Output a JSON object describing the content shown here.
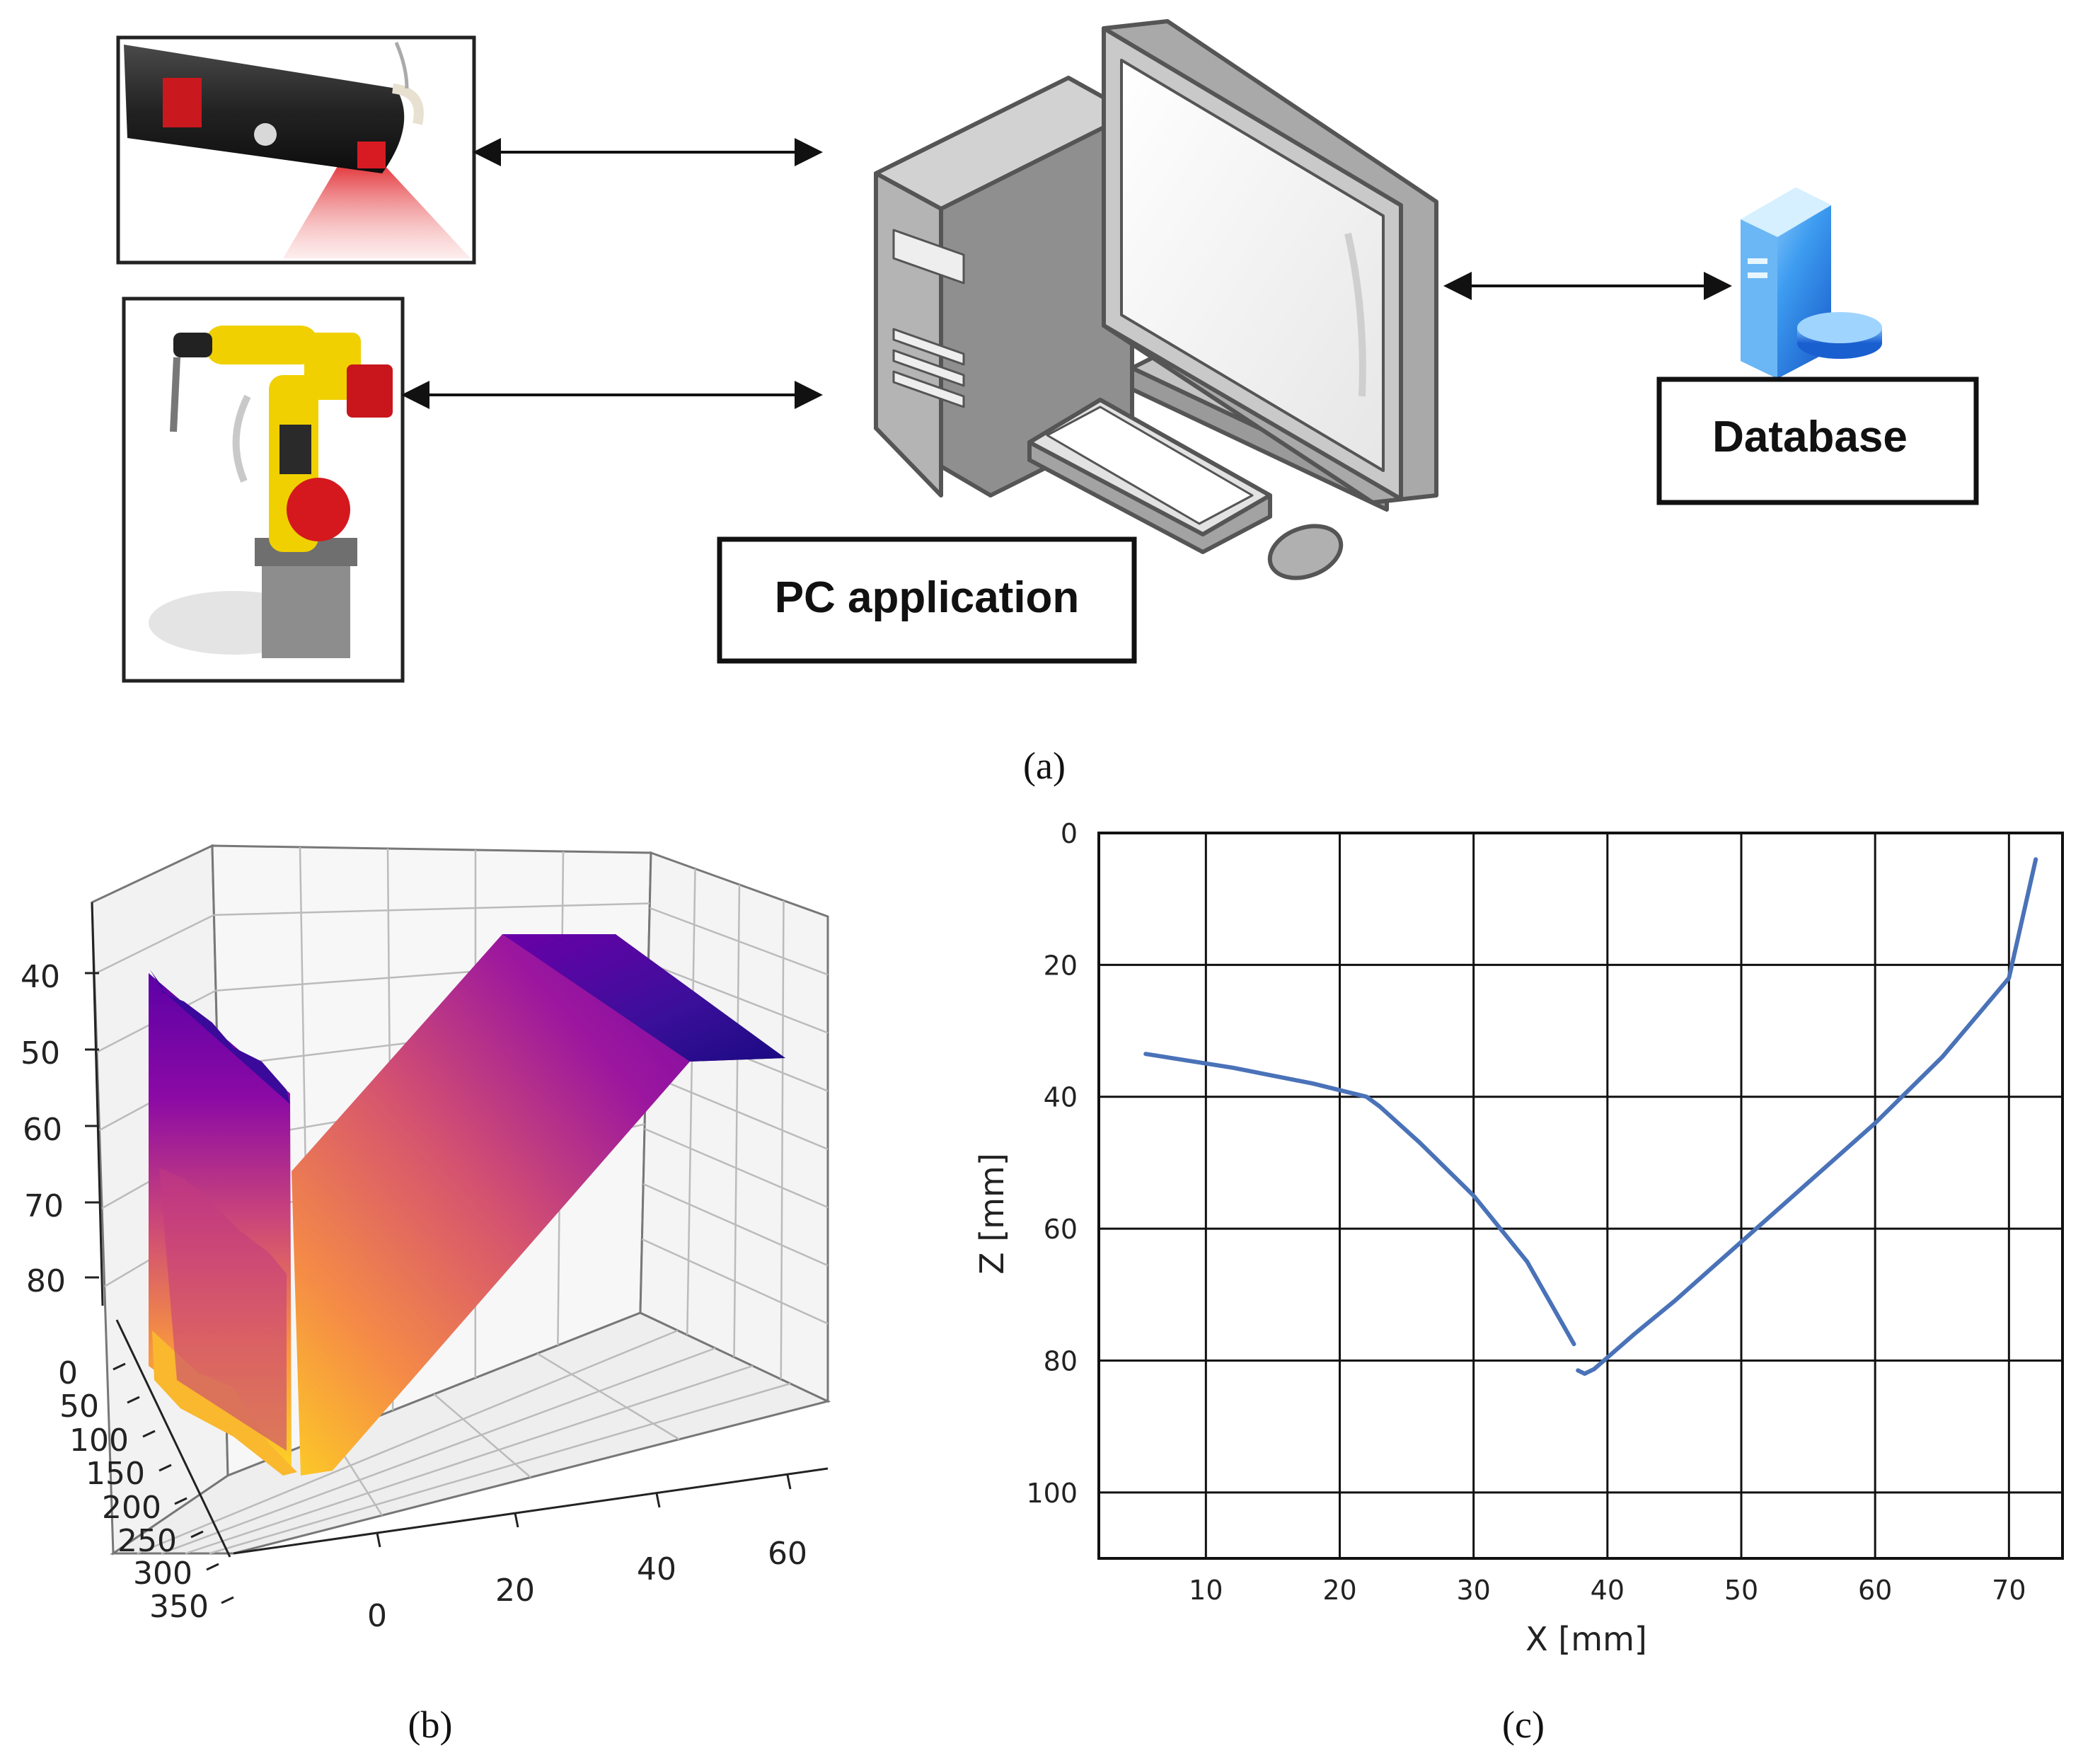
{
  "panel_a": {
    "caption": "(a)",
    "pc_label": "PC application",
    "db_label": "Database",
    "icons": [
      "laser-scanner-photo",
      "welding-robot-photo",
      "desktop-computer-icon",
      "database-server-icon"
    ],
    "colors": {
      "laser": "#e0252b",
      "robot": "#f2d400",
      "server": "#2f8ee6",
      "computer": "#9a9a9a"
    }
  },
  "panel_b": {
    "caption": "(b)",
    "chart_data": {
      "type": "surface3d",
      "z_ticks": [
        "40",
        "50",
        "60",
        "70",
        "80"
      ],
      "y_ticks": [
        "0",
        "50",
        "100",
        "150",
        "200",
        "250",
        "300",
        "350"
      ],
      "x_ticks": [
        "0",
        "20",
        "40",
        "60"
      ],
      "colormap": "plasma",
      "grid": true
    }
  },
  "panel_c": {
    "caption": "(c)",
    "chart_data": {
      "type": "line",
      "xlabel": "X [mm]",
      "ylabel": "Z [mm]",
      "xlim": [
        2,
        74
      ],
      "ylim": [
        110,
        0
      ],
      "x_ticks": [
        10,
        20,
        30,
        40,
        50,
        60,
        70
      ],
      "y_ticks": [
        0,
        20,
        40,
        60,
        80,
        100
      ],
      "grid": true,
      "series": [
        {
          "color": "#4a72b8",
          "points": [
            [
              5.5,
              33.5
            ],
            [
              12,
              35.6
            ],
            [
              18,
              38
            ],
            [
              22,
              40
            ],
            [
              23,
              41.5
            ],
            [
              26,
              47
            ],
            [
              30,
              55
            ],
            [
              34,
              65
            ],
            [
              37.5,
              77.5
            ]
          ]
        },
        {
          "color": "#4a72b8",
          "points": [
            [
              37.8,
              81.5
            ],
            [
              38.3,
              82
            ],
            [
              39,
              81.3
            ],
            [
              42,
              76
            ],
            [
              45,
              71
            ],
            [
              50,
              62
            ],
            [
              55,
              53
            ],
            [
              60,
              44
            ],
            [
              65,
              34
            ],
            [
              70,
              22
            ],
            [
              72,
              4
            ]
          ]
        }
      ]
    }
  }
}
